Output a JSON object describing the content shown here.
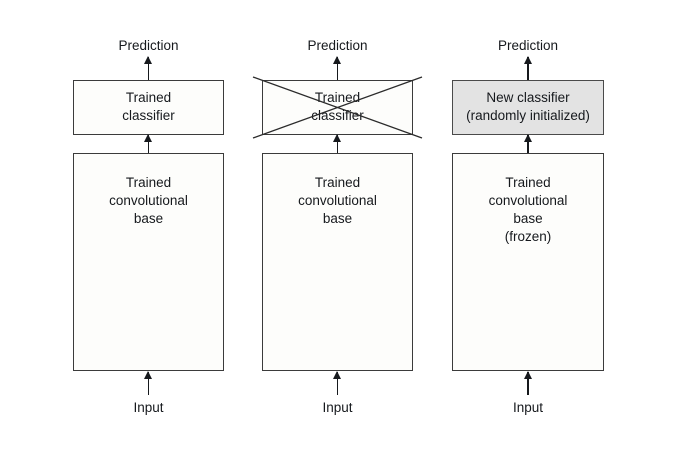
{
  "diagram": {
    "title": "Transfer learning: swapping the classifier on a pretrained convolutional base",
    "background_color": "#ffffff",
    "line_color": "#3b3b3b",
    "text_color": "#16191d",
    "highlight_fill": "#e3e3e3",
    "columns": [
      {
        "id": "pretrained-network",
        "prediction_label": "Prediction",
        "classifier": {
          "label": "Trained\nclassifier",
          "filled": false,
          "crossed_out": false
        },
        "base": {
          "label": "Trained\nconvolutional\nbase",
          "filled": false
        },
        "input_label": "Input"
      },
      {
        "id": "classifier-discarded",
        "prediction_label": "Prediction",
        "classifier": {
          "label": "Trained\nclassifier",
          "filled": false,
          "crossed_out": true
        },
        "base": {
          "label": "Trained\nconvolutional\nbase",
          "filled": false
        },
        "input_label": "Input"
      },
      {
        "id": "new-classifier",
        "prediction_label": "Prediction",
        "classifier": {
          "label": "New classifier\n(randomly initialized)",
          "filled": true,
          "crossed_out": false
        },
        "base": {
          "label": "Trained\nconvolutional\nbase\n(frozen)",
          "filled": false
        },
        "input_label": "Input"
      }
    ]
  }
}
